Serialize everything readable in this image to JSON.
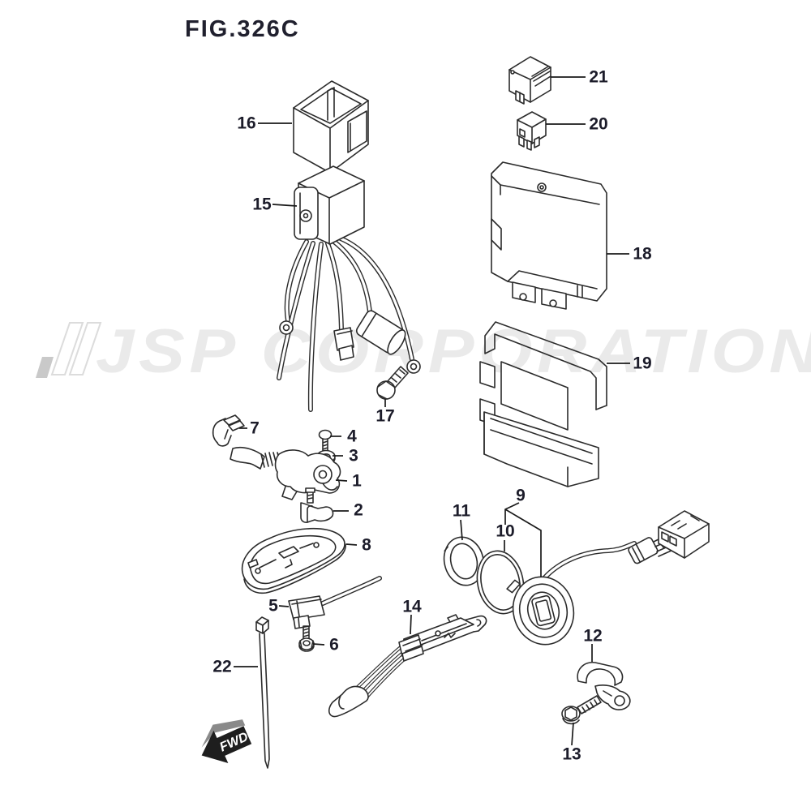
{
  "title": "FIG.326C",
  "watermark": {
    "text": "JSP CORPORATION"
  },
  "diagram": {
    "fwd_label": "FWD",
    "callouts": [
      {
        "number": "1"
      },
      {
        "number": "2"
      },
      {
        "number": "3"
      },
      {
        "number": "4"
      },
      {
        "number": "5"
      },
      {
        "number": "6"
      },
      {
        "number": "7"
      },
      {
        "number": "8"
      },
      {
        "number": "9"
      },
      {
        "number": "10"
      },
      {
        "number": "11"
      },
      {
        "number": "12"
      },
      {
        "number": "13"
      },
      {
        "number": "14"
      },
      {
        "number": "15"
      },
      {
        "number": "16"
      },
      {
        "number": "17"
      },
      {
        "number": "18"
      },
      {
        "number": "19"
      },
      {
        "number": "20"
      },
      {
        "number": "21"
      },
      {
        "number": "22"
      }
    ]
  },
  "colors": {
    "background": "#ffffff",
    "line_art": "#2b2b2b",
    "label_text": "#1c1c2a",
    "watermark_text": "#eaeaea",
    "fwd_arrow": "#1e1e1e"
  }
}
